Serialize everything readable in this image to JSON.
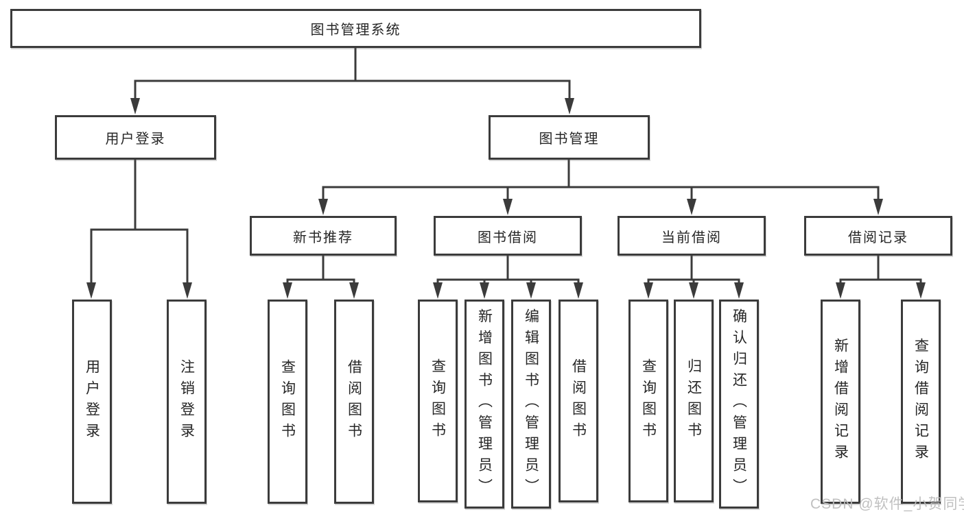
{
  "diagram": {
    "type": "function-structure-tree",
    "title": "图书管理系统",
    "watermark": "CSDN @软件_小贺同学",
    "colors": {
      "line": "#3b3b3b",
      "text": "#262626",
      "box_background": "#ffffff",
      "page_background": "#ffffff",
      "watermark": "#bdbdbd"
    },
    "tree": {
      "label": "图书管理系统",
      "children": [
        {
          "label": "用户登录",
          "children": [
            {
              "label": "用户登录"
            },
            {
              "label": "注销登录"
            }
          ]
        },
        {
          "label": "图书管理",
          "children": [
            {
              "label": "新书推荐",
              "children": [
                {
                  "label": "查询图书"
                },
                {
                  "label": "借阅图书"
                }
              ]
            },
            {
              "label": "图书借阅",
              "children": [
                {
                  "label": "查询图书"
                },
                {
                  "label": "新增图书（管理员）"
                },
                {
                  "label": "编辑图书（管理员）"
                },
                {
                  "label": "借阅图书"
                }
              ]
            },
            {
              "label": "当前借阅",
              "children": [
                {
                  "label": "查询图书"
                },
                {
                  "label": "归还图书"
                },
                {
                  "label": "确认归还（管理员）"
                }
              ]
            },
            {
              "label": "借阅记录",
              "children": [
                {
                  "label": "新增借阅记录"
                },
                {
                  "label": "查询借阅记录"
                }
              ]
            }
          ]
        }
      ]
    }
  }
}
